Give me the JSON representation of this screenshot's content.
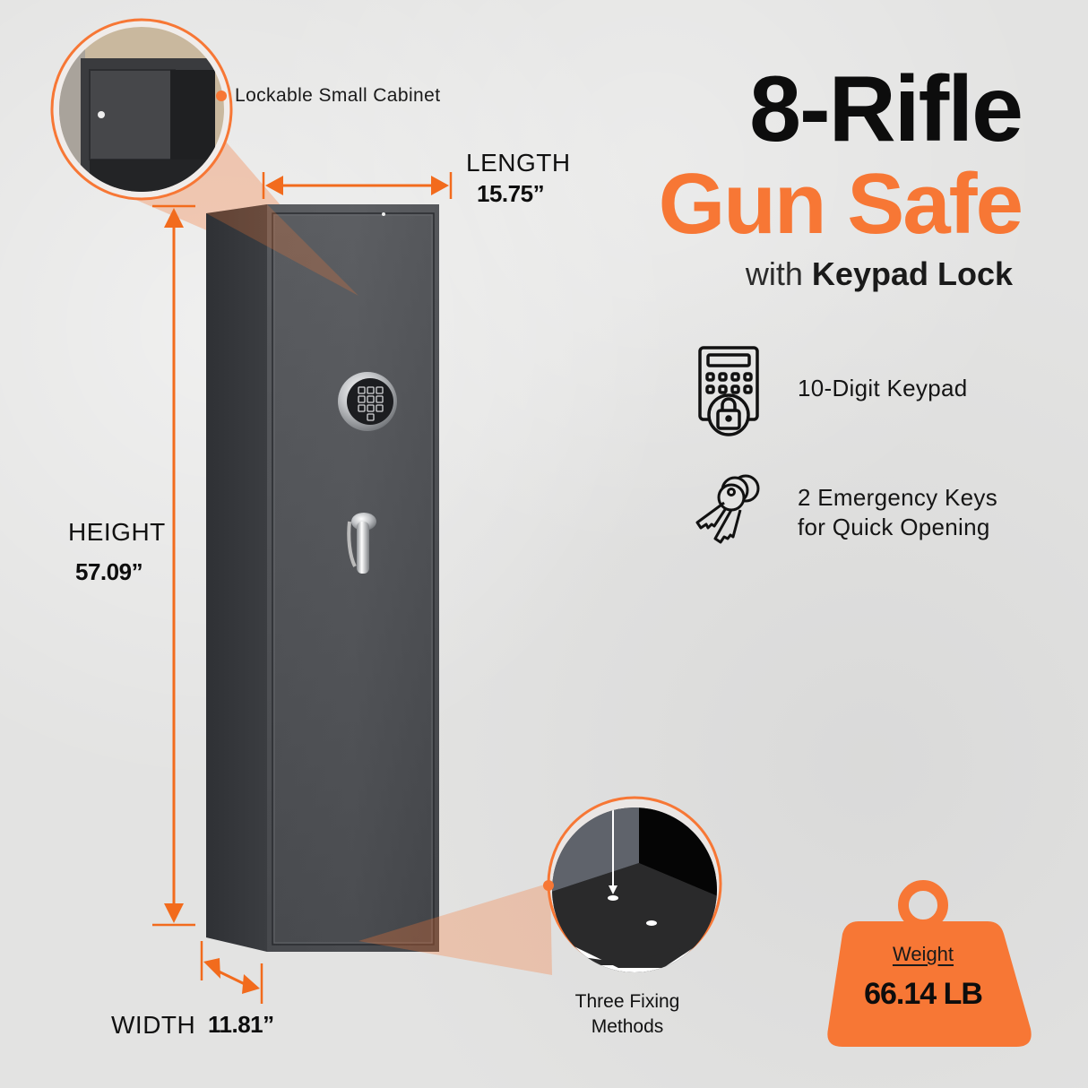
{
  "header": {
    "title_line1": "8-Rifle",
    "title_line2": "Gun Safe",
    "subtitle_prefix": "with",
    "subtitle_bold": "Keypad Lock"
  },
  "features": [
    {
      "icon": "keypad-lock-icon",
      "label": "10-Digit Keypad"
    },
    {
      "icon": "keys-icon",
      "label_line1": "2 Emergency Keys",
      "label_line2": "for Quick Opening"
    }
  ],
  "dimensions": {
    "length": {
      "label": "LENGTH",
      "value": "15.75”"
    },
    "height": {
      "label": "HEIGHT",
      "value": "57.09”"
    },
    "width": {
      "label": "WIDTH",
      "value": "11.81”"
    }
  },
  "callouts": {
    "top": "Lockable Small Cabinet",
    "bottom_line1": "Three Fixing",
    "bottom_line2": "Methods"
  },
  "weight": {
    "label": "Weight",
    "value": "66.14 LB"
  },
  "colors": {
    "accent": "#f77735",
    "safe_body": "#4a4c50",
    "safe_side": "#2e3034",
    "background": "#e3e3e2",
    "text": "#111111"
  }
}
